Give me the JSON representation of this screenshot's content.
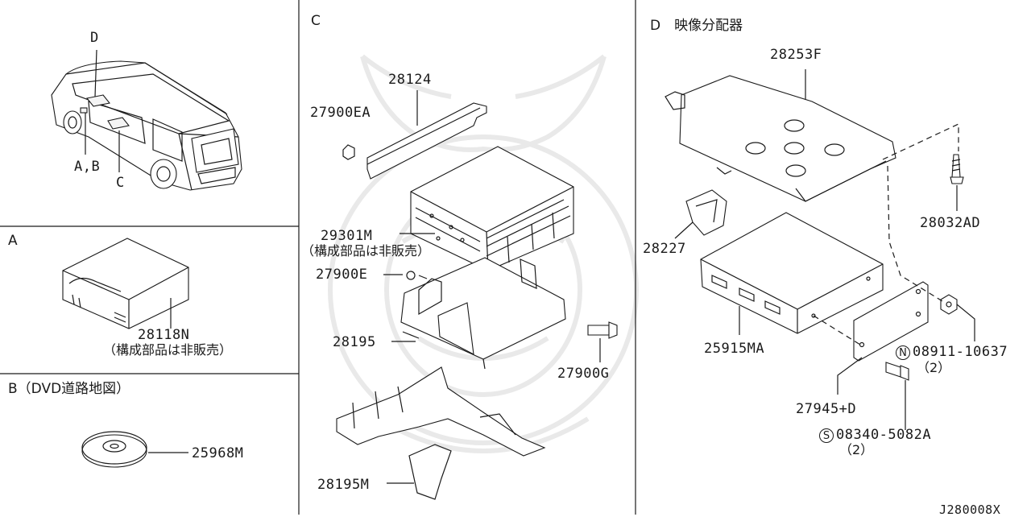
{
  "sections": {
    "C": "C",
    "D": "D　映像分配器",
    "A": "A",
    "B": "B（DVD道路地図）"
  },
  "vehicle_callouts": {
    "d": "D",
    "ab": "A,B",
    "c": "C"
  },
  "parts": {
    "p28118N": "28118N",
    "p28118N_note": "（構成部品は非販売）",
    "p25968M": "25968M",
    "p28124": "28124",
    "p27900EA": "27900EA",
    "p29301M": "29301M",
    "p29301M_note": "（構成部品は非販売）",
    "p27900E": "27900E",
    "p28195": "28195",
    "p27900G": "27900G",
    "p28195M": "28195M",
    "p28253F": "28253F",
    "p28032AD": "28032AD",
    "p28227": "28227",
    "p25915MA": "25915MA",
    "p08911_sym": "N",
    "p08911": "08911-10637",
    "p08911_qty": "（2）",
    "p27945D": "27945+D",
    "p08340_sym": "S",
    "p08340": "08340-5082A",
    "p08340_qty": "（2）"
  },
  "diagram_id": "J280008X"
}
